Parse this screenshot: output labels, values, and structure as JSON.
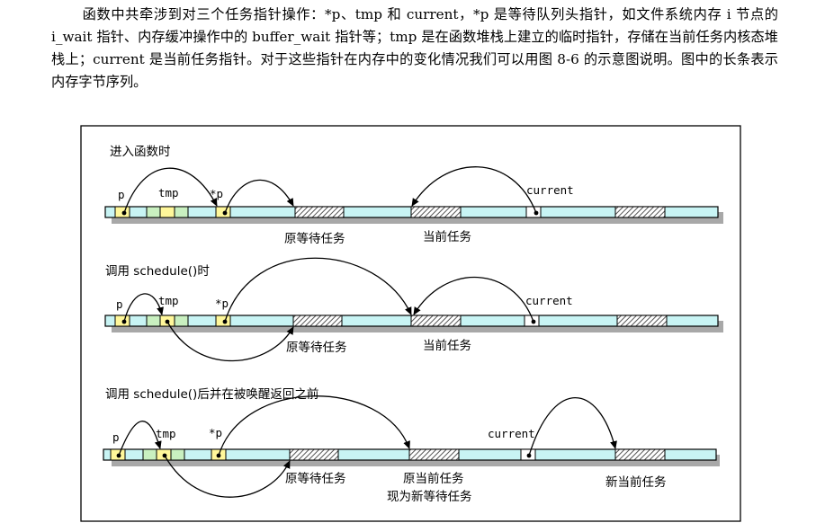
{
  "paragraph": "函数中共牵涉到对三个任务指针操作：*p、tmp 和 current，*p 是等待队列头指针，如文件系统内存 i 节点的 i_wait 指针、内存缓冲操作中的 buffer_wait 指针等；tmp 是在函数堆栈上建立的临时指针，存储在当前任务内核态堆栈上；current 是当前任务指针。对于这些指针在内存中的变化情况我们可以用图 8-6 的示意图说明。图中的长条表示内存字节序列。",
  "figure": {
    "panel1": {
      "heading": "进入函数时",
      "labels": {
        "p": "p",
        "tmp": "tmp",
        "star_p": "*p",
        "current": "current"
      },
      "captions": {
        "orig_wait": "原等待任务",
        "current_task": "当前任务"
      }
    },
    "panel2": {
      "heading": "调用 schedule()时",
      "labels": {
        "p": "p",
        "tmp": "tmp",
        "star_p": "*p",
        "current": "current"
      },
      "captions": {
        "orig_wait": "原等待任务",
        "current_task": "当前任务"
      }
    },
    "panel3": {
      "heading": "调用 schedule()后并在被唤醒返回之前",
      "labels": {
        "p": "p",
        "tmp": "tmp",
        "star_p": "*p",
        "current": "current"
      },
      "captions": {
        "orig_wait": "原等待任务",
        "orig_current": "原当前任务",
        "now_new_wait": "现为新等待任务",
        "new_current": "新当前任务"
      }
    },
    "colors": {
      "strip": "#c8f4f4",
      "shadow": "#a8a8a8",
      "yellow": "#fff79a",
      "green": "#c9f0c0",
      "hatch": "#555555",
      "border": "#000000"
    }
  }
}
